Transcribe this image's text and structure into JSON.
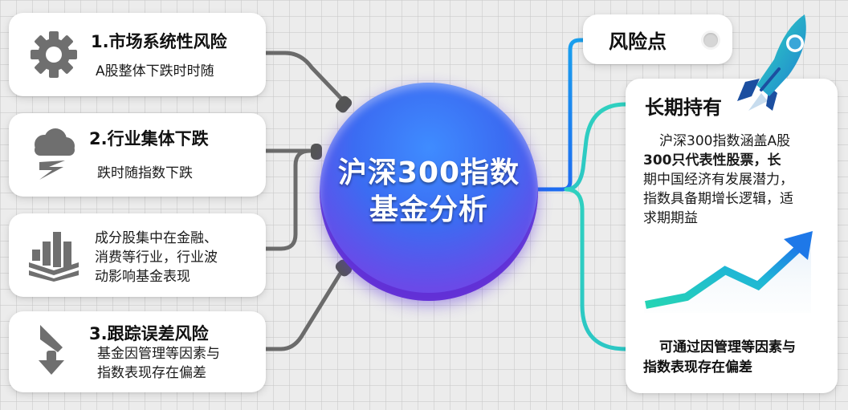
{
  "center": {
    "title_line1": "沪深300指数",
    "title_line2": "基金分析",
    "color_top": "#3f8cff",
    "color_bottom": "#7d3bdf"
  },
  "left_branches": [
    {
      "icon": "gear-icon",
      "title": "1.市场系统性风险",
      "lines": [
        "A股整体下跌时时随"
      ]
    },
    {
      "icon": "storm-cloud-icon",
      "title": "2.行业集体下跌",
      "lines": [
        "跌时随指数下跌"
      ]
    },
    {
      "icon": "bar-chart-icon",
      "title": "",
      "lines": [
        "成分股集中在金融、",
        "消费等行业，行业波",
        "动影响基金表现"
      ]
    },
    {
      "icon": "down-arrow-icon",
      "title": "3.跟踪误差风险",
      "lines": [
        "基金因管理等因素与",
        "指数表现存在偏差"
      ]
    }
  ],
  "right_branches": {
    "risk_point": {
      "label": "风险点"
    },
    "long_term": {
      "title": "长期持有",
      "body_lines": [
        {
          "text": "沪深300指数涵盖A股",
          "bold": false
        },
        {
          "text": "300只代表性股票，长",
          "bold": true
        },
        {
          "text": "期中国经济有发展潜力，",
          "bold": false
        },
        {
          "text": "指数具备期增长逻辑，适",
          "bold": false
        },
        {
          "text": "求期期益",
          "bold": false
        }
      ],
      "note_lines": [
        "可通过因管理等因素与",
        "指数表现存在偏差"
      ],
      "icons": [
        "rocket-icon",
        "trend-up-arrow-icon"
      ]
    }
  },
  "colors": {
    "left_connector": "#6b6b6b",
    "right_connector_blue": "#1e8af0",
    "right_connector_teal": "#2fd0c0",
    "card_bg": "#ffffff",
    "icon_gray": "#6f6f6f"
  }
}
